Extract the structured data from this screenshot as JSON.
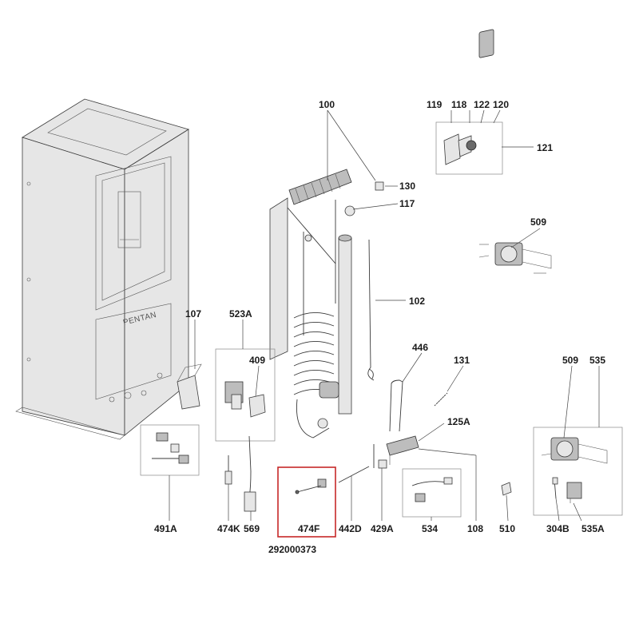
{
  "diagram": {
    "brand_text": "PENTAN",
    "highlight_code": "292000373",
    "highlight_color": "#c62828",
    "labels": {
      "p100": "100",
      "p119": "119",
      "p118": "118",
      "p122": "122",
      "p120": "120",
      "p121": "121",
      "p130": "130",
      "p117": "117",
      "p509a": "509",
      "p102": "102",
      "p107": "107",
      "p523A": "523A",
      "p409": "409",
      "p446": "446",
      "p131": "131",
      "p509b": "509",
      "p535": "535",
      "p125A": "125A",
      "p491A": "491A",
      "p474K": "474K",
      "p569": "569",
      "p474F": "474F",
      "p442D": "442D",
      "p429A": "429A",
      "p534": "534",
      "p108": "108",
      "p510": "510",
      "p304B": "304B",
      "p535A": "535A"
    }
  }
}
